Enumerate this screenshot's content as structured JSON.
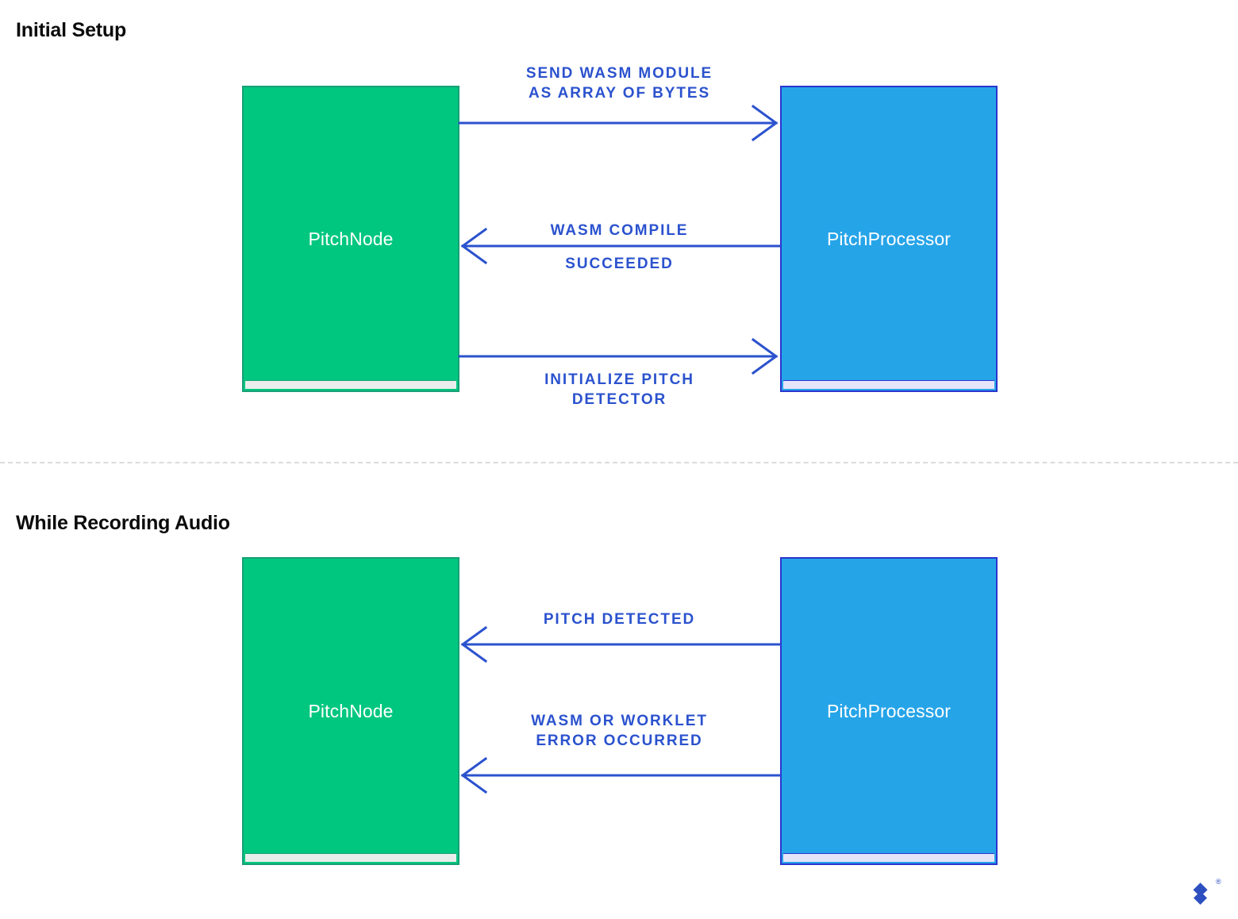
{
  "diagram": {
    "title_section_1": "Initial Setup",
    "title_section_2": "While Recording Audio",
    "colors": {
      "node_green": "#00C77F",
      "node_green_border": "#17A077",
      "node_blue": "#26A4E8",
      "node_blue_border": "#2B35CE",
      "arrow": "#2B52CE",
      "label_text": "#2B52CE",
      "heading_text": "#0B0B0B",
      "divider": "#DCDCDC",
      "logo": "#2E4FBF"
    },
    "sections": [
      {
        "id": "initial-setup",
        "title": "Initial Setup",
        "nodes": [
          {
            "id": "pitchnode-1",
            "label": "PitchNode",
            "color": "green"
          },
          {
            "id": "pitchprocessor-1",
            "label": "PitchProcessor",
            "color": "blue"
          }
        ],
        "messages": [
          {
            "id": "m1",
            "direction": "right",
            "from": "PitchNode",
            "to": "PitchProcessor",
            "label": "SEND WASM MODULE\nAS ARRAY OF BYTES",
            "label_position": "above"
          },
          {
            "id": "m2",
            "direction": "left",
            "from": "PitchProcessor",
            "to": "PitchNode",
            "label": "WASM COMPILE\nSUCCEEDED",
            "label_line_1": "WASM COMPILE",
            "label_line_2": "SUCCEEDED",
            "label_position": "split"
          },
          {
            "id": "m3",
            "direction": "right",
            "from": "PitchNode",
            "to": "PitchProcessor",
            "label": "INITIALIZE PITCH\nDETECTOR",
            "label_position": "below"
          }
        ]
      },
      {
        "id": "while-recording-audio",
        "title": "While Recording Audio",
        "nodes": [
          {
            "id": "pitchnode-2",
            "label": "PitchNode",
            "color": "green"
          },
          {
            "id": "pitchprocessor-2",
            "label": "PitchProcessor",
            "color": "blue"
          }
        ],
        "messages": [
          {
            "id": "m4",
            "direction": "left",
            "from": "PitchProcessor",
            "to": "PitchNode",
            "label": "PITCH DETECTED",
            "label_position": "above"
          },
          {
            "id": "m5",
            "direction": "left",
            "from": "PitchProcessor",
            "to": "PitchNode",
            "label": "WASM OR WORKLET\nERROR OCCURRED",
            "label_position": "above"
          }
        ]
      }
    ],
    "logo": {
      "name": "toptal-logo",
      "trademark": "®"
    }
  }
}
